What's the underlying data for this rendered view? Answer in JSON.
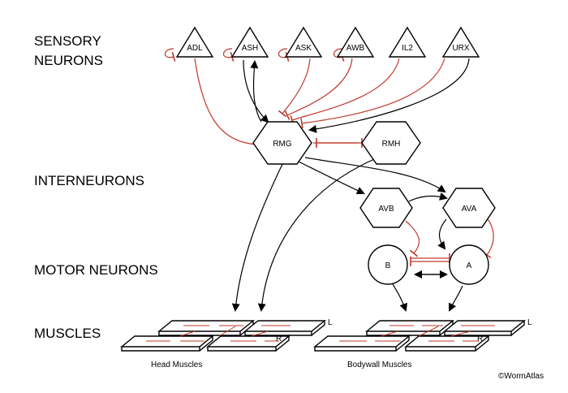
{
  "labels": {
    "sensory_line1": "SENSORY",
    "sensory_line2": "NEURONS",
    "interneurons": "INTERNEURONS",
    "motor": "MOTOR NEURONS",
    "muscles": "MUSCLES"
  },
  "sensory_neurons": [
    "ADL",
    "ASH",
    "ASK",
    "AWB",
    "IL2",
    "URX"
  ],
  "interneurons": [
    "RMG",
    "RMH",
    "AVB",
    "AVA"
  ],
  "motor_neurons": [
    "B",
    "A"
  ],
  "muscle_groups": {
    "head": "Head Muscles",
    "bodywall": "Bodywall Muscles",
    "left_tag": "L",
    "right_tag": "R"
  },
  "credit": "©WormAtlas",
  "colors": {
    "excitatory": "#000000",
    "inhibitory": "#c0392b",
    "outline": "#000000"
  }
}
